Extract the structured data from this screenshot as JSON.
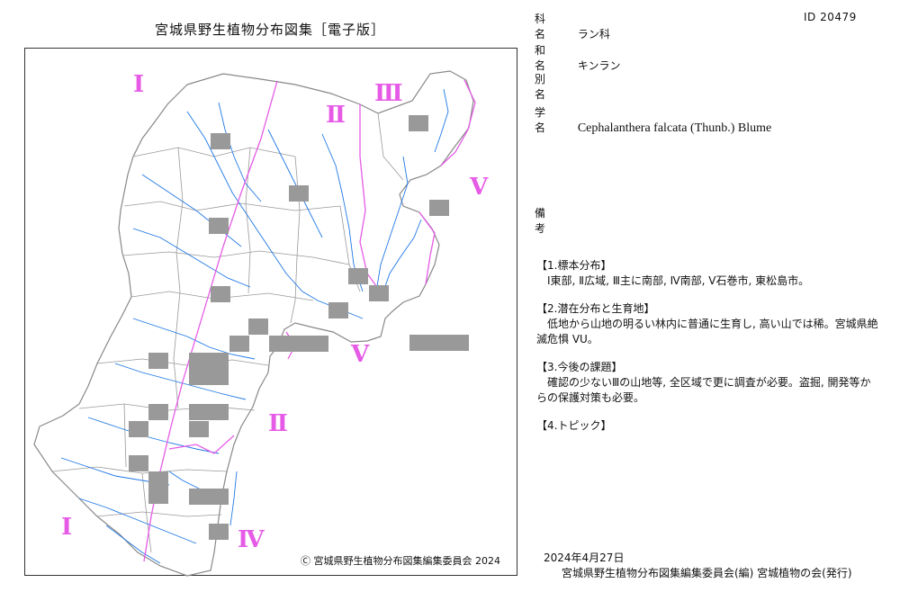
{
  "atlas_title": "宮城県野生植物分布図集［電子版］",
  "copyright": "Ⓒ 宮城県野生植物分布図集編集委員会  2024",
  "fields": {
    "family": {
      "label": "科 名",
      "value": "ラン科"
    },
    "japanese": {
      "label": "和 名",
      "value": "キンラン"
    },
    "alias": {
      "label": "別 名",
      "value": ""
    },
    "scientific": {
      "label": "学 名",
      "value": "Cephalanthera falcata (Thunb.) Blume"
    },
    "remarks": {
      "label": "備 考",
      "value": ""
    }
  },
  "id_text": "ID  20479",
  "notes": [
    {
      "heading": "【1.標本分布】",
      "text": "Ⅰ東部, Ⅱ広域, Ⅲ主に南部, Ⅳ南部, Ⅴ石巻市, 東松島市。"
    },
    {
      "heading": "【2.潜在分布と生育地】",
      "text": "低地から山地の明るい林内に普通に生育し, 高い山では稀。宮城県絶滅危惧 VU。"
    },
    {
      "heading": "【3.今後の課題】",
      "text": "確認の少ないⅢの山地等, 全区域で更に調査が必要。盗掘, 開発等からの保護対策も必要。"
    },
    {
      "heading": "【4.トピック】",
      "text": ""
    }
  ],
  "footer": {
    "date": "2024年4月27日",
    "publisher": "宮城県野生植物分布図集編集委員会(編)  宮城植物の会(発行)"
  },
  "regions": [
    {
      "label": "Ⅰ"
    },
    {
      "label": "Ⅱ"
    },
    {
      "label": "Ⅲ"
    },
    {
      "label": "Ⅴ"
    },
    {
      "label": "Ⅴ"
    },
    {
      "label": "Ⅱ"
    },
    {
      "label": "Ⅰ"
    },
    {
      "label": "Ⅳ"
    }
  ],
  "colors": {
    "river": "#1f78e6",
    "boundary": "#999999",
    "region_line": "#e65be6",
    "cell": "#999999"
  }
}
